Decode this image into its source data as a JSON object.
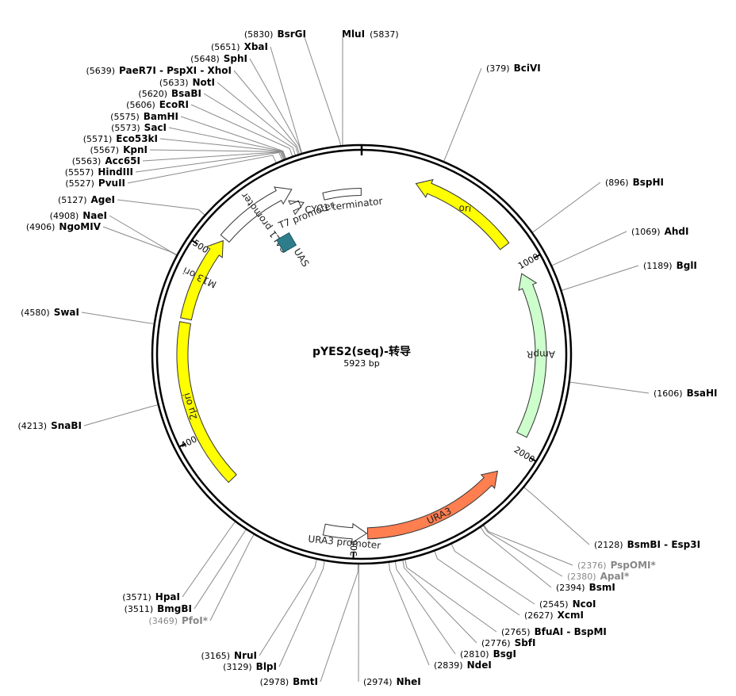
{
  "plasmid": {
    "name": "pYES2(seq)-转导",
    "size_label": "5923 bp",
    "length": 5923,
    "ticks": [
      {
        "pos": 1000,
        "label": "1000"
      },
      {
        "pos": 2000,
        "label": "2000"
      },
      {
        "pos": 3000,
        "label": "3000"
      },
      {
        "pos": 4000,
        "label": "4000"
      },
      {
        "pos": 5000,
        "label": "5000"
      }
    ]
  },
  "colors": {
    "ori": "#ffff00",
    "ampr": "#ccffcc",
    "ura3": "#ff7f50",
    "uas": "#2e7d8c",
    "outline_only": "#ffffff",
    "enzyme_grey": "#888888"
  },
  "features": [
    {
      "name": "ori",
      "label": "ori",
      "start": 290,
      "end": 870,
      "dir": "rev",
      "color": "#ffff00",
      "ring": 0
    },
    {
      "name": "ampr",
      "label": "AmpR",
      "start": 1040,
      "end": 1920,
      "dir": "rev",
      "color": "#ccffcc",
      "ring": 0
    },
    {
      "name": "ura3",
      "label": "URA3",
      "start": 2150,
      "end": 2930,
      "dir": "rev",
      "color": "#ff7f50",
      "ring": 0
    },
    {
      "name": "ura3-promoter",
      "label": "URA3 promoter",
      "start": 2935,
      "end": 3160,
      "dir": "rev",
      "color": "#ffffff",
      "ring": 0
    },
    {
      "name": "2u-ori",
      "label": "2μ ori",
      "start": 3720,
      "end": 4610,
      "dir": "none",
      "color": "#ffff00",
      "ring": 0
    },
    {
      "name": "m13-ori",
      "label": "M13 ori",
      "start": 4630,
      "end": 5090,
      "dir": "fwd",
      "color": "#ffff00",
      "ring": 0
    },
    {
      "name": "gal1-promoter",
      "label": "GAL1 promoter",
      "start": 5105,
      "end": 5545,
      "dir": "fwd",
      "color": "#ffffff",
      "ring": 0
    },
    {
      "name": "t7-promoter",
      "label": "T7 promoter",
      "start": 5555,
      "end": 5580,
      "dir": "fwd",
      "color": "#ffffff",
      "ring": 1
    },
    {
      "name": "cyc1-terminator",
      "label": "CYC1 terminator",
      "start": 5700,
      "end": 5920,
      "dir": "none",
      "color": "#ffffff",
      "ring": 1
    },
    {
      "name": "uas",
      "label": "UAS",
      "start": 5330,
      "end": 5400,
      "dir": "none",
      "color": "#2e7d8c",
      "ring": 2
    }
  ],
  "sites": [
    {
      "name": "BsrGI",
      "pos": "5830",
      "at": 5830,
      "side": "top",
      "grey": false
    },
    {
      "name": "MluI",
      "pos": "5837",
      "at": 5837,
      "side": "top",
      "grey": false
    },
    {
      "name": "XbaI",
      "pos": "5651",
      "at": 5651,
      "side": "left",
      "grey": false
    },
    {
      "name": "SphI",
      "pos": "5648",
      "at": 5648,
      "side": "left",
      "grey": false
    },
    {
      "name": "PaeR7I - PspXI - XhoI",
      "pos": "5639",
      "at": 5639,
      "side": "left",
      "grey": false
    },
    {
      "name": "NotI",
      "pos": "5633",
      "at": 5633,
      "side": "left",
      "grey": false
    },
    {
      "name": "BsaBI",
      "pos": "5620",
      "at": 5620,
      "side": "left",
      "grey": false
    },
    {
      "name": "EcoRI",
      "pos": "5606",
      "at": 5606,
      "side": "left",
      "grey": false
    },
    {
      "name": "BamHI",
      "pos": "5575",
      "at": 5575,
      "side": "left",
      "grey": false
    },
    {
      "name": "SacI",
      "pos": "5573",
      "at": 5573,
      "side": "left",
      "grey": false
    },
    {
      "name": "Eco53kI",
      "pos": "5571",
      "at": 5571,
      "side": "left",
      "grey": false
    },
    {
      "name": "KpnI",
      "pos": "5567",
      "at": 5567,
      "side": "left",
      "grey": false
    },
    {
      "name": "Acc65I",
      "pos": "5563",
      "at": 5563,
      "side": "left",
      "grey": false
    },
    {
      "name": "HindIII",
      "pos": "5557",
      "at": 5557,
      "side": "left",
      "grey": false
    },
    {
      "name": "PvuII",
      "pos": "5527",
      "at": 5527,
      "side": "left",
      "grey": false
    },
    {
      "name": "AgeI",
      "pos": "5127",
      "at": 5127,
      "side": "left",
      "grey": false
    },
    {
      "name": "NaeI",
      "pos": "4908",
      "at": 4908,
      "side": "left",
      "grey": false
    },
    {
      "name": "NgoMIV",
      "pos": "4906",
      "at": 4906,
      "side": "left",
      "grey": false
    },
    {
      "name": "SwaI",
      "pos": "4580",
      "at": 4580,
      "side": "left",
      "grey": false
    },
    {
      "name": "SnaBI",
      "pos": "4213",
      "at": 4213,
      "side": "left",
      "grey": false
    },
    {
      "name": "HpaI",
      "pos": "3571",
      "at": 3571,
      "side": "left",
      "grey": false
    },
    {
      "name": "BmgBI",
      "pos": "3511",
      "at": 3511,
      "side": "left",
      "grey": false
    },
    {
      "name": "PfoI*",
      "pos": "3469",
      "at": 3469,
      "side": "left",
      "grey": true
    },
    {
      "name": "NruI",
      "pos": "3165",
      "at": 3165,
      "side": "left",
      "grey": false
    },
    {
      "name": "BlpI",
      "pos": "3129",
      "at": 3129,
      "side": "left",
      "grey": false
    },
    {
      "name": "BmtI",
      "pos": "2978",
      "at": 2978,
      "side": "left",
      "grey": false
    },
    {
      "name": "NheI",
      "pos": "2974",
      "at": 2974,
      "side": "right",
      "grey": false
    },
    {
      "name": "NdeI",
      "pos": "2839",
      "at": 2839,
      "side": "right",
      "grey": false
    },
    {
      "name": "BsgI",
      "pos": "2810",
      "at": 2810,
      "side": "right",
      "grey": false
    },
    {
      "name": "SbfI",
      "pos": "2776",
      "at": 2776,
      "side": "right",
      "grey": false
    },
    {
      "name": "BfuAI - BspMI",
      "pos": "2765",
      "at": 2765,
      "side": "right",
      "grey": false
    },
    {
      "name": "XcmI",
      "pos": "2627",
      "at": 2627,
      "side": "right",
      "grey": false
    },
    {
      "name": "NcoI",
      "pos": "2545",
      "at": 2545,
      "side": "right",
      "grey": false
    },
    {
      "name": "BsmI",
      "pos": "2394",
      "at": 2394,
      "side": "right",
      "grey": false
    },
    {
      "name": "ApaI*",
      "pos": "2380",
      "at": 2380,
      "side": "right",
      "grey": true
    },
    {
      "name": "PspOMI*",
      "pos": "2376",
      "at": 2376,
      "side": "right",
      "grey": true
    },
    {
      "name": "BsmBI - Esp3I",
      "pos": "2128",
      "at": 2128,
      "side": "right",
      "grey": false
    },
    {
      "name": "BsaHI",
      "pos": "1606",
      "at": 1606,
      "side": "right",
      "grey": false
    },
    {
      "name": "BglI",
      "pos": "1189",
      "at": 1189,
      "side": "right",
      "grey": false
    },
    {
      "name": "AhdI",
      "pos": "1069",
      "at": 1069,
      "side": "right",
      "grey": false
    },
    {
      "name": "BspHI",
      "pos": "896",
      "at": 896,
      "side": "right",
      "grey": false
    },
    {
      "name": "BciVI",
      "pos": "379",
      "at": 379,
      "side": "right",
      "grey": false
    }
  ]
}
